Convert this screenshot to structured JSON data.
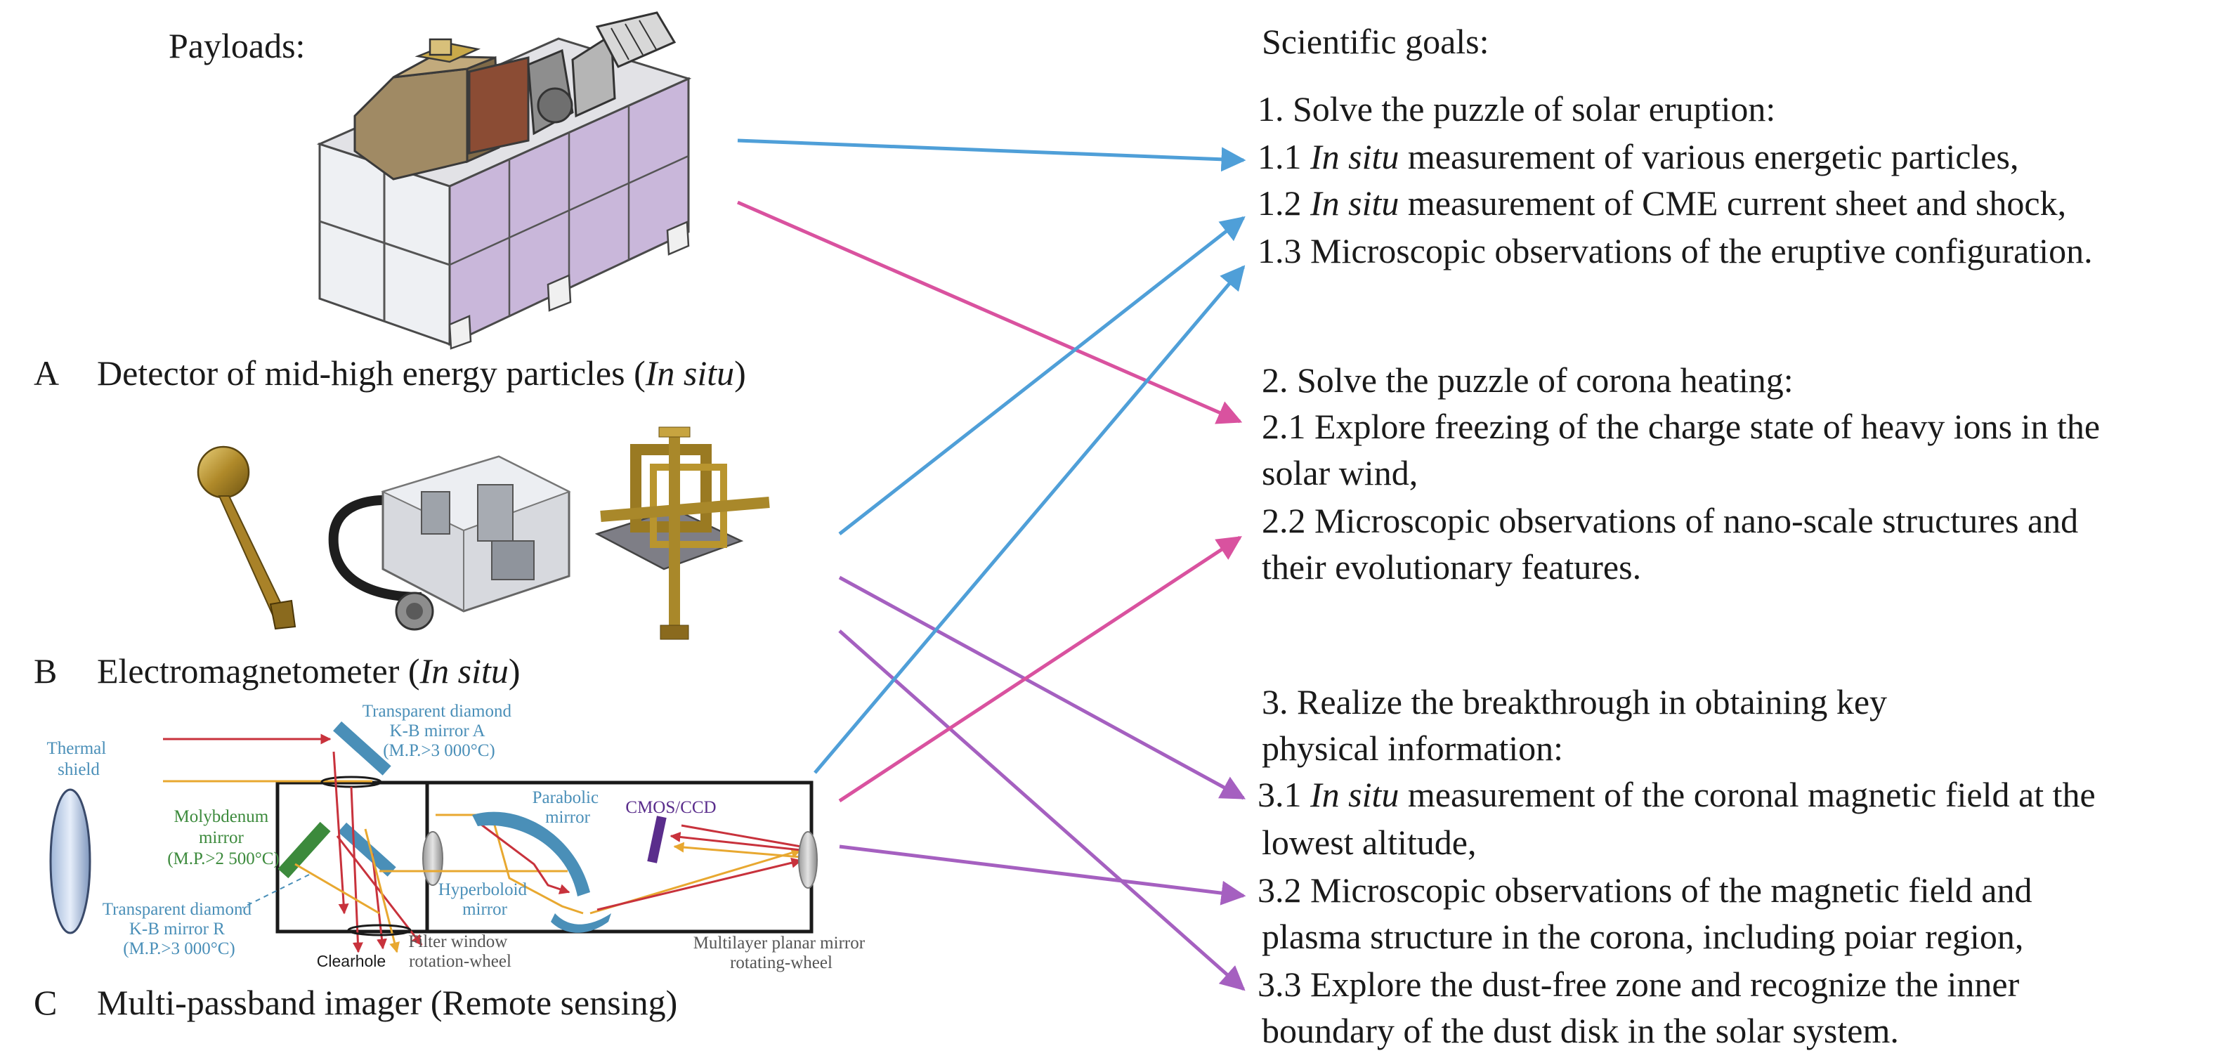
{
  "payloads_heading": "Payloads:",
  "goals_heading": "Scientific goals:",
  "payloads": [
    {
      "letter": "A",
      "name": "Detector of mid-high energy particles (",
      "mode": "In situ",
      "suffix": ")"
    },
    {
      "letter": "B",
      "name": "Electromagnetometer (",
      "mode": "In situ",
      "suffix": ")"
    },
    {
      "letter": "C",
      "name": "Multi-passband imager (Remote sensing)",
      "mode": "",
      "suffix": ""
    }
  ],
  "goals": {
    "g1": "1. Solve the puzzle of solar eruption:",
    "g1_1_num": "1.1 ",
    "g1_1_it": "In situ",
    "g1_1_rest": " measurement of various energetic particles,",
    "g1_2_num": "1.2 ",
    "g1_2_it": "In situ",
    "g1_2_rest": " measurement of CME current sheet and shock,",
    "g1_3": "1.3 Microscopic observations of the eruptive configuration.",
    "g2": "2. Solve the puzzle of corona heating:",
    "g2_1a": "2.1 Explore freezing of the charge state of heavy ions in the",
    "g2_1b": "solar wind,",
    "g2_2a": "2.2 Microscopic observations of nano-scale structures and",
    "g2_2b": "their evolutionary features.",
    "g3a": "3. Realize the breakthrough in obtaining key",
    "g3b": "physical information:",
    "g3_1_num": "3.1 ",
    "g3_1_it": "In situ",
    "g3_1_rest": " measurement of the coronal magnetic field at the",
    "g3_1b": "lowest altitude,",
    "g3_2a": "3.2 Microscopic observations of the magnetic field and",
    "g3_2b": "plasma structure in the corona, including poiar region,",
    "g3_3a": "3.3 Explore the dust-free zone and recognize the inner",
    "g3_3b": "boundary of the dust disk in the solar system."
  },
  "imager_labels": {
    "thermal_shield": [
      "Thermal",
      "shield"
    ],
    "diamond_a": [
      "Transparent diamond",
      "K-B mirror A",
      "(M.P.>3 000°C)"
    ],
    "molybdenum": [
      "Molybdenum",
      "mirror",
      "(M.P.>2 500°C)"
    ],
    "diamond_r": [
      "Transparent diamond",
      "K-B mirror R",
      "(M.P.>3 000°C)"
    ],
    "parabolic": [
      "Parabolic",
      "mirror"
    ],
    "cmos": "CMOS/CCD",
    "hyperboloid": [
      "Hyperboloid",
      "mirror"
    ],
    "clearhole": "Clearhole",
    "filter": [
      "Filter window",
      "rotation-wheel"
    ],
    "multilayer": [
      "Multilayer planar mirror",
      "rotating-wheel"
    ]
  },
  "colors": {
    "blue_arrow": "#4f9fd8",
    "pink_arrow": "#d9529f",
    "purple_arrow": "#a560c0",
    "ray_red": "#c8323c",
    "ray_yellow": "#e8a830",
    "label_blue": "#4a8fb8",
    "label_green": "#3c8a3c",
    "label_purple": "#5a2d8c"
  },
  "connections": [
    {
      "from": "A",
      "to": "1.1",
      "color": "blue"
    },
    {
      "from": "A",
      "to": "2.1",
      "color": "pink"
    },
    {
      "from": "B",
      "to": "1.2",
      "color": "blue"
    },
    {
      "from": "B",
      "to": "3.1",
      "color": "purple"
    },
    {
      "from": "B",
      "to": "3.3",
      "color": "purple"
    },
    {
      "from": "C",
      "to": "1.3",
      "color": "blue"
    },
    {
      "from": "C",
      "to": "2.2",
      "color": "pink"
    },
    {
      "from": "C",
      "to": "3.2",
      "color": "purple"
    }
  ]
}
